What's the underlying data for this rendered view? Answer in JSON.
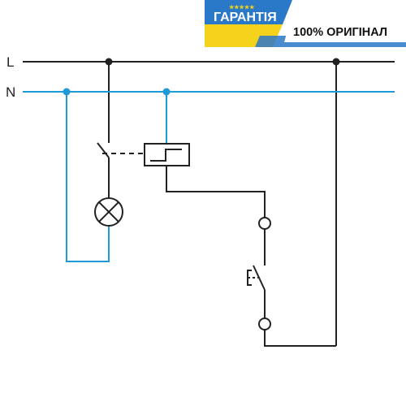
{
  "badge": {
    "guarantee_label": "ГАРАНТІЯ",
    "original_label": "100% ОРИГІНАЛ",
    "stars": "★★★★★",
    "colors": {
      "blue": "#2a78c8",
      "yellow": "#f5d21c",
      "star": "#f5d21c",
      "text_light": "#ffffff",
      "text_dark": "#111111"
    }
  },
  "diagram": {
    "line_labels": {
      "live": "L",
      "neutral": "N"
    },
    "colors": {
      "live": "#222222",
      "neutral": "#1e9bd7",
      "junction": "#222222",
      "neutral_junction": "#1e9bd7"
    },
    "components": [
      "switch-contact",
      "lamp",
      "time-relay",
      "push-button"
    ]
  }
}
